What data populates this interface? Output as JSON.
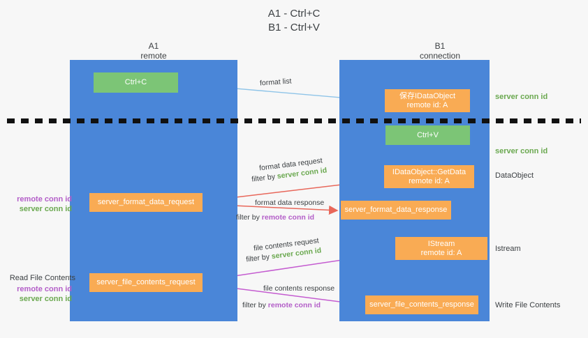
{
  "title": {
    "line1": "A1 - Ctrl+C",
    "line2": "B1 - Ctrl+V"
  },
  "columns": [
    {
      "id": "a1",
      "name": "A1",
      "subtitle": "remote"
    },
    {
      "id": "b1",
      "name": "B1",
      "subtitle": "connection"
    }
  ],
  "nodes": {
    "ctrl_c": {
      "line1": "Ctrl+C",
      "line2": "",
      "color": "#7cc576"
    },
    "save_idataobject": {
      "line1": "保存IDataObject",
      "line2": "remote id: A",
      "color": "#f9ab54"
    },
    "ctrl_v": {
      "line1": "Ctrl+V",
      "line2": "",
      "color": "#7cc576"
    },
    "getdata": {
      "line1": "IDataObject::GetData",
      "line2": "remote id: A",
      "color": "#f9ab54"
    },
    "server_format_data_request": {
      "line1": "server_format_data_request",
      "line2": "",
      "color": "#f9ab54"
    },
    "server_format_data_response": {
      "line1": "server_format_data_response",
      "line2": "",
      "color": "#f9ab54"
    },
    "istream": {
      "line1": "IStream",
      "line2": "remote id: A",
      "color": "#f9ab54"
    },
    "server_file_contents_request": {
      "line1": "server_file_contents_request",
      "line2": "",
      "color": "#f9ab54"
    },
    "server_file_contents_response": {
      "line1": "server_file_contents_response",
      "line2": "",
      "color": "#f9ab54"
    }
  },
  "edges": {
    "format_list": {
      "label": "format list"
    },
    "format_data_request": {
      "label": "format data request",
      "filter_prefix": "filter by ",
      "filter_value": "server conn id"
    },
    "format_data_response": {
      "label": "format data response",
      "filter_prefix": "filter by ",
      "filter_value": "remote conn id"
    },
    "file_contents_request": {
      "label": "file contents request",
      "filter_prefix": "filter by ",
      "filter_value": "server conn id"
    },
    "file_contents_response": {
      "label": "file contents response",
      "filter_prefix": "filter by ",
      "filter_value": "remote conn id"
    }
  },
  "right_labels": {
    "server_conn_id_top": "server conn id",
    "server_conn_id_mid": "server conn id",
    "dataobject": "DataObject",
    "istream": "Istream",
    "write_file_contents": "Write File Contents"
  },
  "left_labels": {
    "remote_conn_id_1": "remote conn id",
    "server_conn_id_1": "server conn id",
    "read_file_contents": "Read File Contents",
    "remote_conn_id_2": "remote conn id",
    "server_conn_id_2": "server conn id"
  },
  "colors": {
    "lane": "#4a86d8",
    "green_node": "#7cc576",
    "orange_node": "#f9ab54",
    "green_text": "#6aa84f",
    "purple_text": "#b35ec8",
    "red_arrow": "#e8675a",
    "magenta_arrow": "#c45bd0",
    "blue_arrow": "#8ec4e8",
    "black_arrow": "#000000",
    "background": "#f7f7f7"
  }
}
